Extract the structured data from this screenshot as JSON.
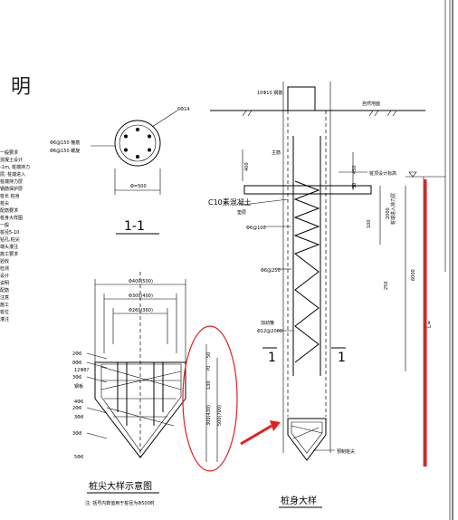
{
  "title_fragment": "明",
  "notes_left": [
    "一般要求",
    "混凝土设计",
    "-1m, 桩端持力",
    "层, 桩端进入",
    "桩端持力层",
    "钢筋保护层",
    "桩长 桩身",
    "桩尖",
    "配筋要求",
    "桩身大样图",
    "一般",
    "桩径5-10",
    "钻孔,桩尖",
    "端头灌注",
    "施工要求",
    "验收",
    "检测",
    "设计",
    "说明",
    "配筋",
    "注意",
    "施工",
    "桩位",
    "灌注"
  ],
  "section_1_1": {
    "label_top_right": "6Φ14",
    "rebar1": "Φ6@150 箍筋",
    "rebar2": "Φ6@150 螺旋",
    "diameter": "Φ=500",
    "section_label": "1-1"
  },
  "pile_body": {
    "top_label": "10Φ10 钢筋",
    "ground_label": "自然地面",
    "top_dims": [
      "400",
      "50",
      "450"
    ],
    "left_label_1": "C10素混凝土",
    "left_label_1b": "垫层",
    "left_label_2": "Φ6@100",
    "left_label_3": "Φ6@250",
    "left_label_4": "加劲箍",
    "left_label_4b": "Φ12@2000",
    "right_label_1": "桩顶设计标高",
    "right_label_2": "桩端进入持力层",
    "dim_2000": "2000",
    "dim_100": "100",
    "dim_250": "250",
    "dim_6000": "6000",
    "dim_L": "L=",
    "small_label": "主筋",
    "section_mark_left": "1",
    "section_mark_right": "1",
    "bottom_label": "预制桩尖",
    "caption": "桩身大样"
  },
  "pile_tip": {
    "dims_top": [
      "Φ400(500)",
      "Φ300(400)",
      "Φ260(360)"
    ],
    "labels_left": [
      "2Φ6",
      "8Φ6",
      "3Φ6",
      "2Φ6",
      "3Φ8"
    ],
    "labels_mid": [
      "12Φ8?",
      "钢板",
      "4Φ6",
      "3Φ8",
      "5Φ6"
    ],
    "dims_right": [
      "50",
      "70",
      "130",
      "300(430)",
      "500(700)"
    ],
    "caption": "桩尖大样示意图",
    "note": "注: 括号内数值用于桩径为Φ500时"
  },
  "annotation_colors": {
    "ellipse": "#e0201c",
    "arrow": "#e0201c",
    "red_line": "#e0201c"
  }
}
